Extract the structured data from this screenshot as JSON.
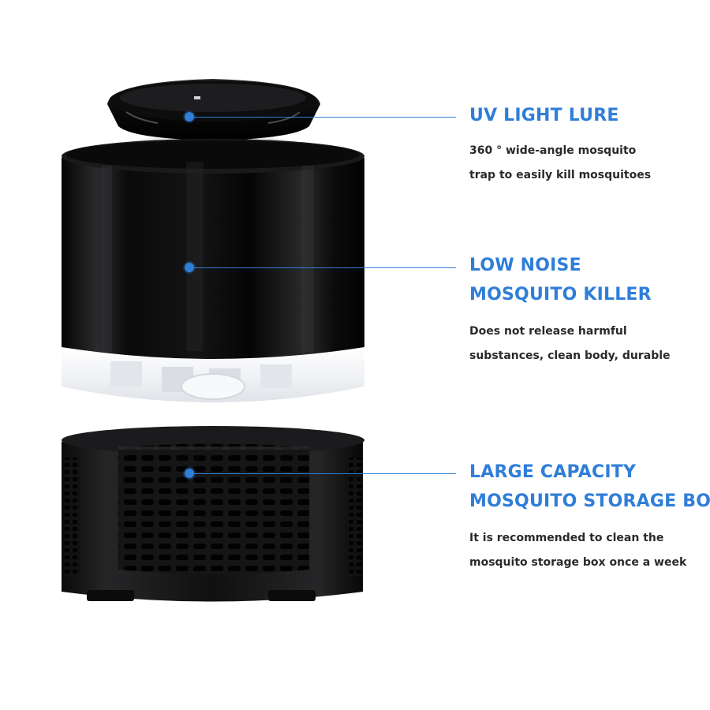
{
  "features": [
    {
      "id": "uv-light-lure",
      "title_lines": [
        "UV LIGHT LURE"
      ],
      "desc_lines": [
        "360 ° wide-angle mosquito",
        "trap to easily kill mosquitoes"
      ]
    },
    {
      "id": "low-noise",
      "title_lines": [
        "LOW NOISE",
        "MOSQUITO KILLER"
      ],
      "desc_lines": [
        "Does not release harmful",
        "substances, clean body, durable"
      ]
    },
    {
      "id": "storage-box",
      "title_lines": [
        "LARGE CAPACITY",
        "MOSQUITO STORAGE BOX"
      ],
      "desc_lines": [
        "It is recommended to clean the",
        "mosquito storage box once a week"
      ]
    }
  ],
  "colors": {
    "accent": "#2f7ed8",
    "body_black": "#0b0b0c",
    "base_white": "#f4f5f7",
    "text_dark": "#2a2a2a"
  }
}
